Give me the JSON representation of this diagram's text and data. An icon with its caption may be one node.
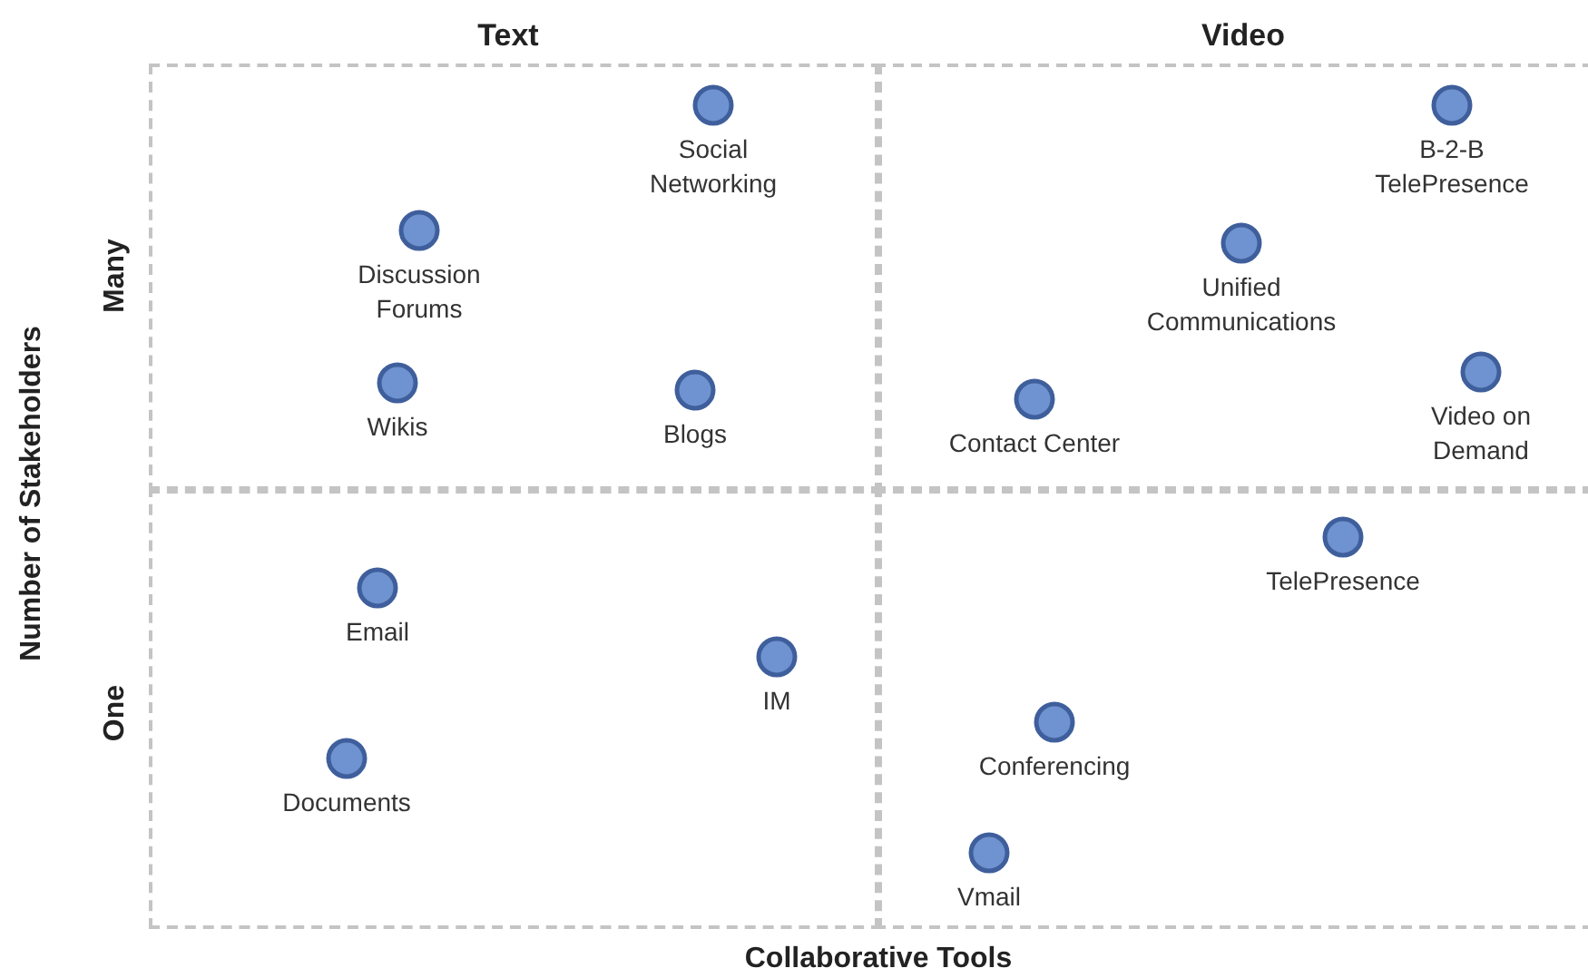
{
  "diagram": {
    "nodes": [
      {
        "text": [],
        "shape": "box"
      },
      {
        "text": [],
        "shape": "box"
      },
      {
        "text": [],
        "shape": "box"
      },
      {
        "text": [],
        "shape": "box"
      },
      {
        "text": [
          "Social Networking"
        ],
        "in": 0
      },
      {
        "text": [
          "Discussion Forums"
        ],
        "in": 0
      },
      {
        "text": [
          "Wikis"
        ],
        "in": 0
      },
      {
        "text": [
          "Blogs"
        ],
        "in": 0
      },
      {
        "text": [
          "B-2-B TelePresence"
        ],
        "in": 1
      },
      {
        "text": [
          "Unified Communications"
        ],
        "in": 1
      },
      {
        "text": [
          "Video on Demand"
        ],
        "in": 1
      },
      {
        "text": [
          "Contact Center"
        ],
        "in": 1
      },
      {
        "text": [
          "Email"
        ],
        "in": 2
      },
      {
        "text": [
          "IM"
        ],
        "in": 2
      },
      {
        "text": [
          "Documents"
        ],
        "in": 2
      },
      {
        "text": [
          "TelePresence"
        ],
        "in": 3
      },
      {
        "text": [
          "Conferencing"
        ],
        "in": 3
      },
      {
        "text": [
          "Vmail"
        ],
        "in": 3
      }
    ],
    "edges": [],
    "labels": [
      "Text",
      "Video",
      "Many",
      "Number of Stakeholders",
      "One",
      "Collaborative Tools"
    ]
  }
}
